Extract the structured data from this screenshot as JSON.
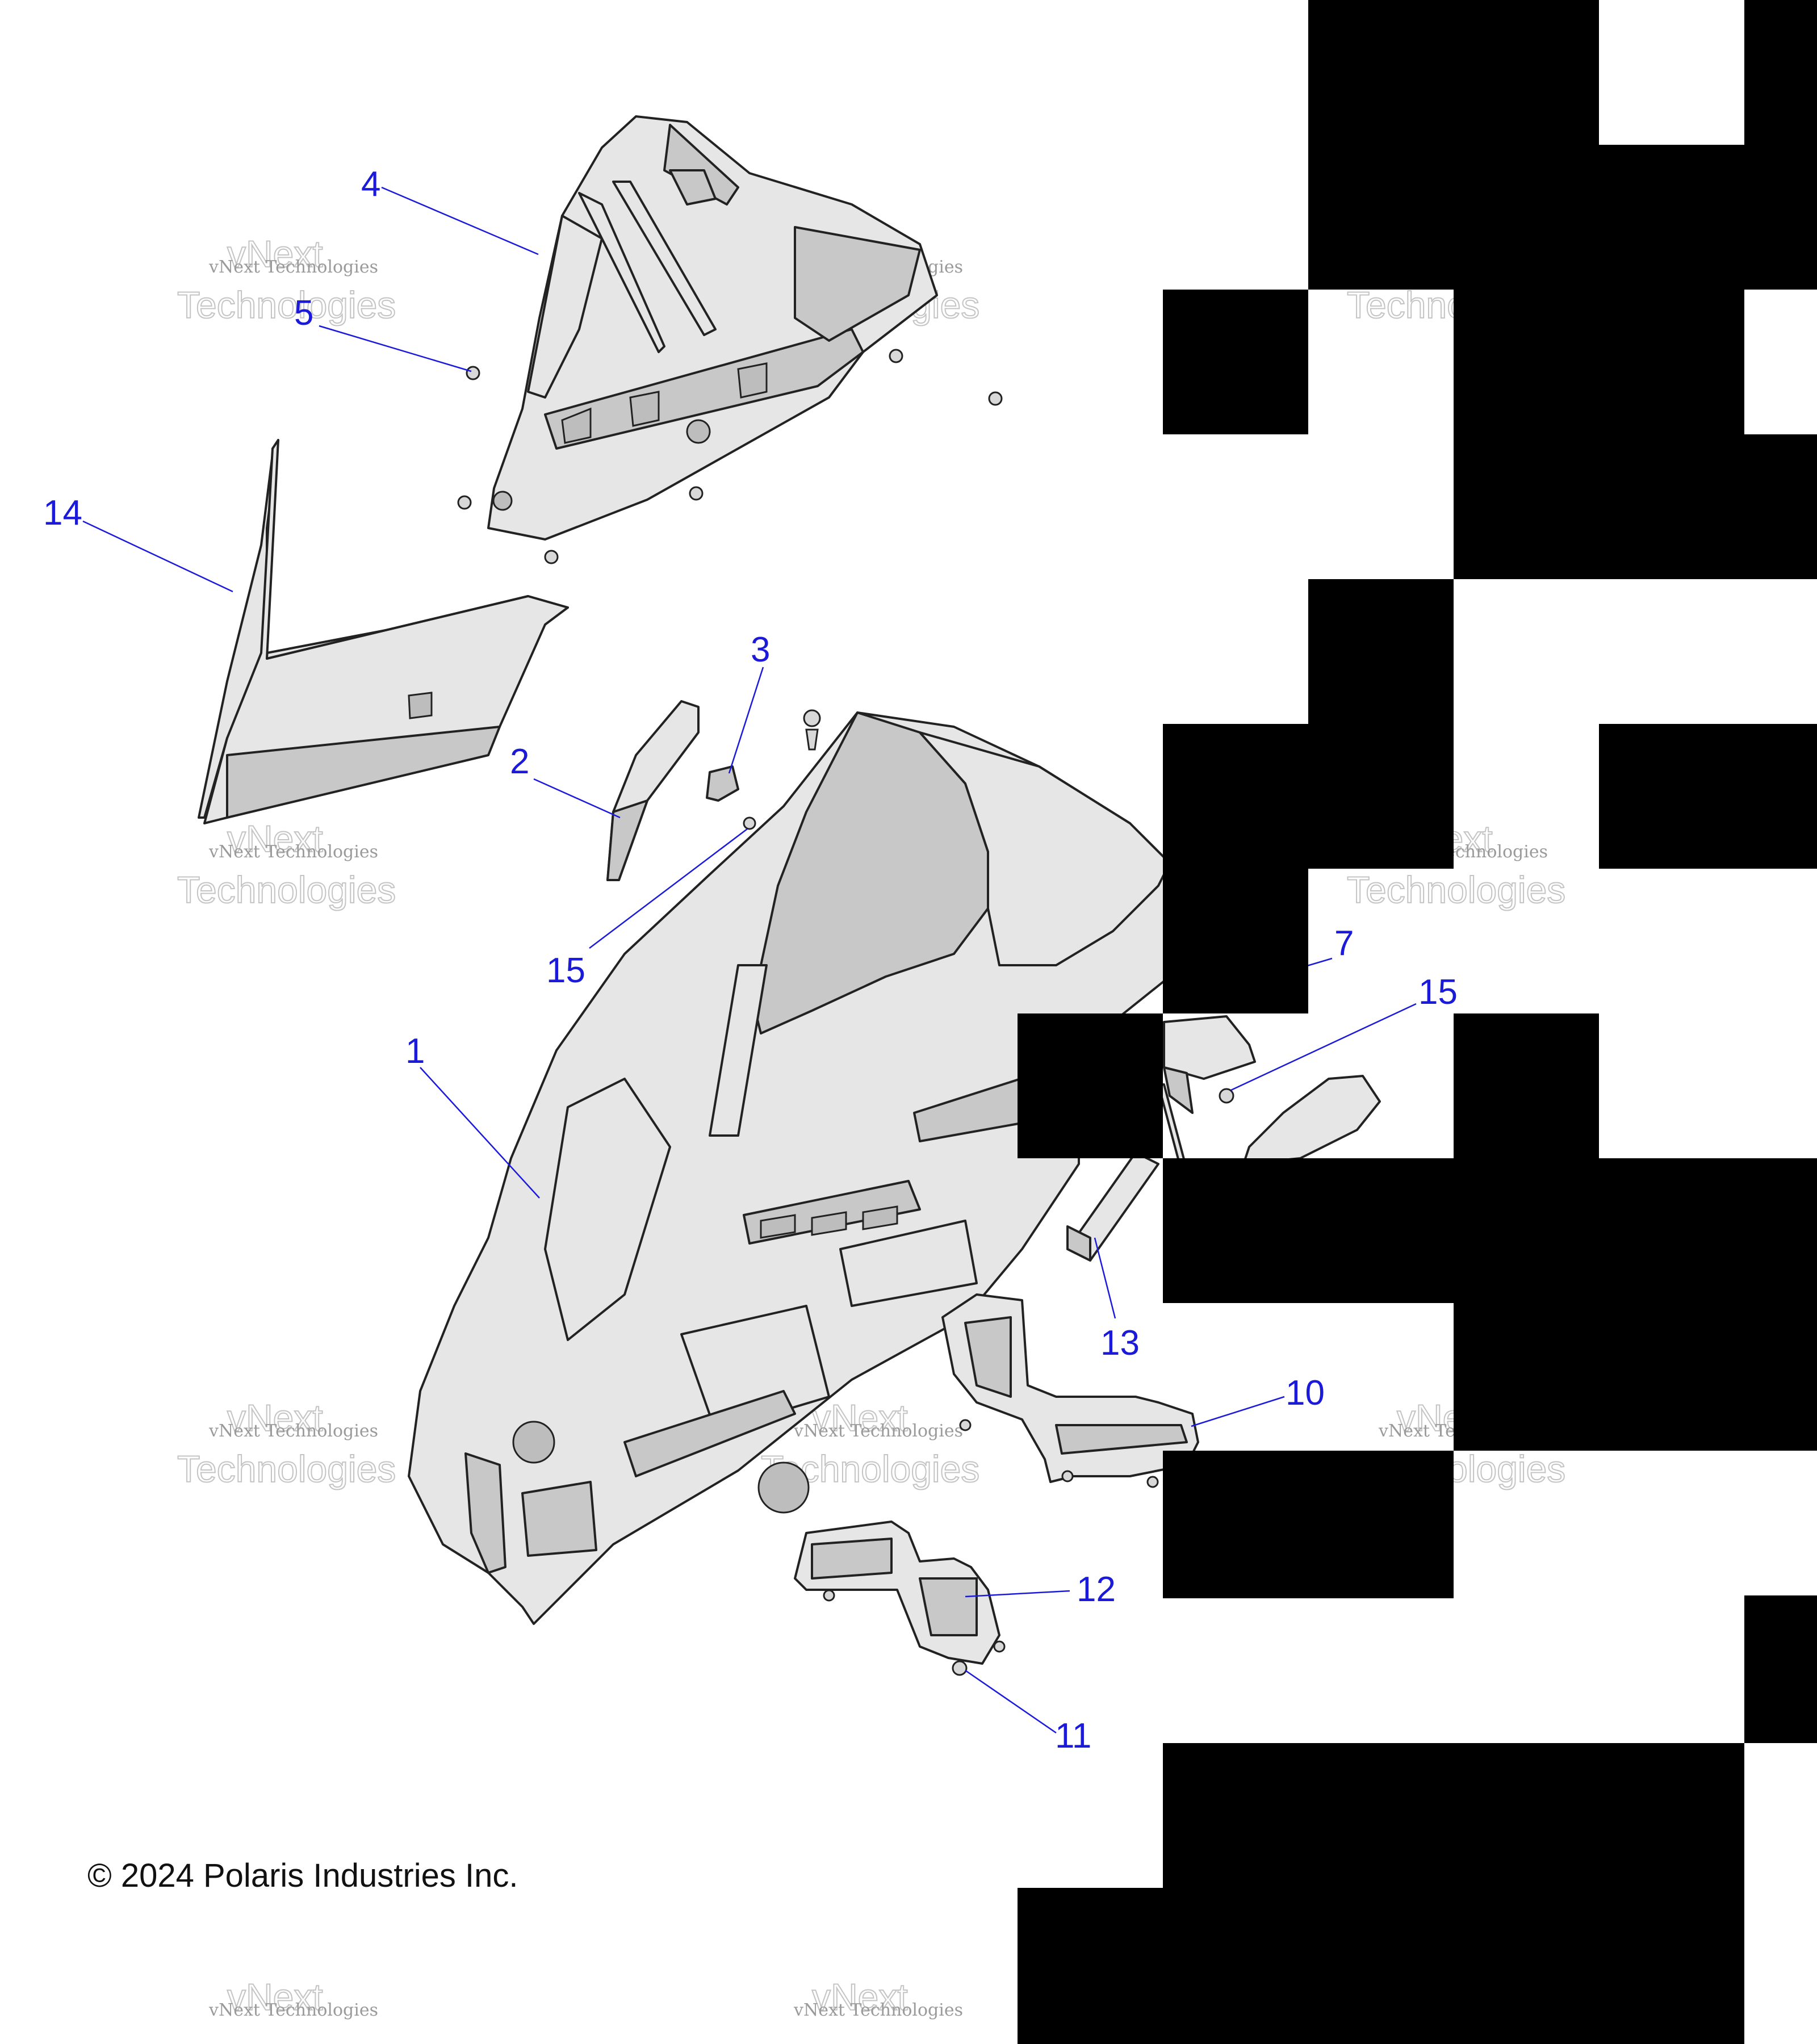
{
  "copyright": "© 2024 Polaris Industries Inc.",
  "watermark": {
    "line1": "vNext",
    "line2": "vNext Technologies",
    "line3": "Technologies"
  },
  "callouts": {
    "c1": "1",
    "c2": "2",
    "c3": "3",
    "c4": "4",
    "c5": "5",
    "c7": "7",
    "c10": "10",
    "c11": "11",
    "c12": "12",
    "c13": "13",
    "c14": "14",
    "c15a": "15",
    "c15b": "15"
  },
  "colors": {
    "callout": "#1a1ad8",
    "line_art": "#222222",
    "fill": "#e6e6e6",
    "redaction": "#000000"
  }
}
